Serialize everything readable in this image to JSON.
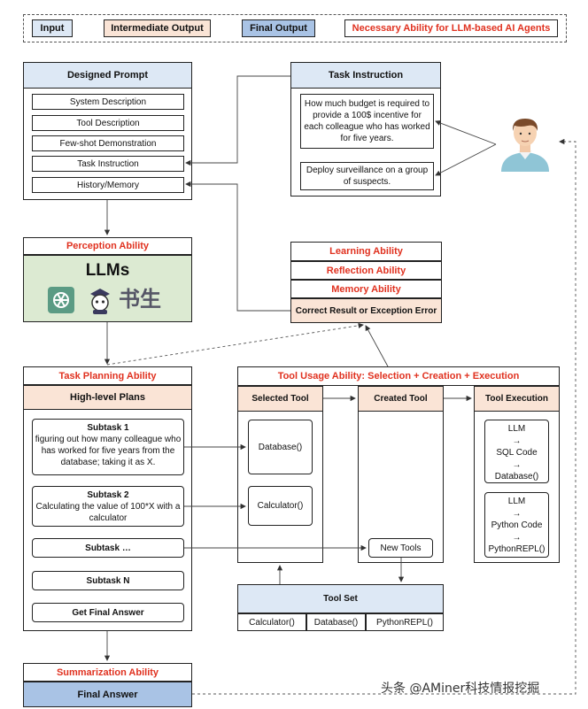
{
  "legend": {
    "input": "Input",
    "intermediate": "Intermediate Output",
    "final": "Final Output",
    "ability": "Necessary Ability for LLM-based AI Agents"
  },
  "prompt": {
    "title": "Designed Prompt",
    "items": [
      "System Description",
      "Tool Description",
      "Few-shot Demonstration",
      "Task Instruction",
      "History/Memory"
    ]
  },
  "task_instruction": {
    "title": "Task Instruction",
    "text1": "How much budget is required to provide a 100$ incentive for each colleague who has worked for five years.",
    "text2": "Deploy surveillance on a group of suspects."
  },
  "abilities_box": {
    "learning": "Learning Ability",
    "reflection": "Reflection Ability",
    "memory": "Memory Ability",
    "result": "Correct Result or Exception Error"
  },
  "perception": {
    "title": "Perception Ability",
    "llms": "LLMs",
    "shusheng": "书生"
  },
  "planning": {
    "title": "Task Planning Ability",
    "high_level": "High-level Plans",
    "subtask1_title": "Subtask 1",
    "subtask1_text": "figuring out how many colleague who has worked for five years from the database; taking it as X.",
    "subtask2_title": "Subtask 2",
    "subtask2_text": "Calculating the value of 100*X with a calculator",
    "subtask_dots": "Subtask …",
    "subtask_n": "Subtask N",
    "final": "Get Final Answer"
  },
  "tool_usage": {
    "title": "Tool Usage Ability: Selection + Creation + Execution",
    "selected": "Selected Tool",
    "created": "Created Tool",
    "execution": "Tool Execution",
    "database": "Database()",
    "calculator": "Calculator()",
    "new_tools": "New Tools",
    "exec1": [
      "LLM",
      "→",
      "SQL Code",
      "→",
      "Database()"
    ],
    "exec2": [
      "LLM",
      "→",
      "Python Code",
      "→",
      "PythonREPL()"
    ]
  },
  "toolset": {
    "title": "Tool Set",
    "items": [
      "Calculator()",
      "Database()",
      "PythonREPL()"
    ]
  },
  "summary": {
    "title": "Summarization Ability",
    "final": "Final Answer"
  },
  "watermark": "头条 @AMiner科技情报挖掘",
  "colors": {
    "input": "#dde8f5",
    "intermediate": "#fae4d6",
    "final": "#a9c3e5",
    "ability": "#e0311f",
    "llm": "#dcead2"
  }
}
